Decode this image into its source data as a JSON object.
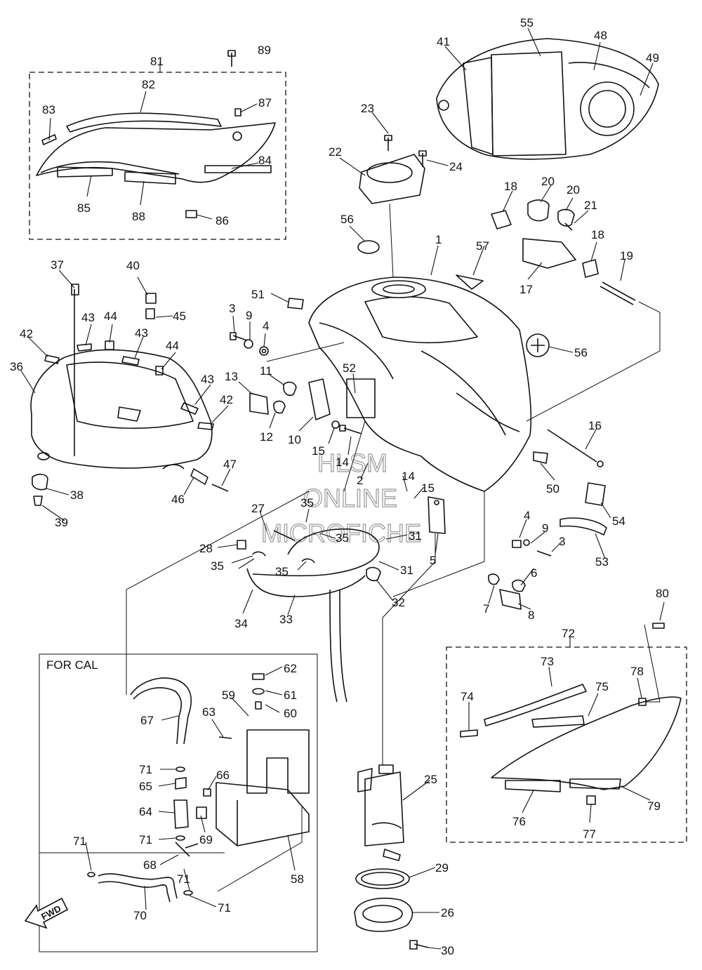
{
  "box_labels": {
    "for_cal": "FOR CAL",
    "fwd": "FWD"
  },
  "watermark": [
    "HLSM",
    "ONLINE",
    "MICROFICHE"
  ],
  "callouts": [
    {
      "id": "c89",
      "text": "89"
    },
    {
      "id": "c81",
      "text": "81"
    },
    {
      "id": "c82",
      "text": "82"
    },
    {
      "id": "c83",
      "text": "83"
    },
    {
      "id": "c87",
      "text": "87"
    },
    {
      "id": "c84",
      "text": "84"
    },
    {
      "id": "c85",
      "text": "85"
    },
    {
      "id": "c88",
      "text": "88"
    },
    {
      "id": "c86",
      "text": "86"
    },
    {
      "id": "c23",
      "text": "23"
    },
    {
      "id": "c22",
      "text": "22"
    },
    {
      "id": "c24",
      "text": "24"
    },
    {
      "id": "c55",
      "text": "55"
    },
    {
      "id": "c41",
      "text": "41"
    },
    {
      "id": "c48",
      "text": "48"
    },
    {
      "id": "c49",
      "text": "49"
    },
    {
      "id": "c18a",
      "text": "18"
    },
    {
      "id": "c20a",
      "text": "20"
    },
    {
      "id": "c20b",
      "text": "20"
    },
    {
      "id": "c21",
      "text": "21"
    },
    {
      "id": "c18b",
      "text": "18"
    },
    {
      "id": "c19",
      "text": "19"
    },
    {
      "id": "c17",
      "text": "17"
    },
    {
      "id": "c56a",
      "text": "56"
    },
    {
      "id": "c1",
      "text": "1"
    },
    {
      "id": "c57",
      "text": "57"
    },
    {
      "id": "c56b",
      "text": "56"
    },
    {
      "id": "c37",
      "text": "37"
    },
    {
      "id": "c40",
      "text": "40"
    },
    {
      "id": "c45",
      "text": "45"
    },
    {
      "id": "c43a",
      "text": "43"
    },
    {
      "id": "c44a",
      "text": "44"
    },
    {
      "id": "c43b",
      "text": "43"
    },
    {
      "id": "c42a",
      "text": "42"
    },
    {
      "id": "c44b",
      "text": "44"
    },
    {
      "id": "c36",
      "text": "36"
    },
    {
      "id": "c43c",
      "text": "43"
    },
    {
      "id": "c42b",
      "text": "42"
    },
    {
      "id": "c47",
      "text": "47"
    },
    {
      "id": "c46",
      "text": "46"
    },
    {
      "id": "c38",
      "text": "38"
    },
    {
      "id": "c39",
      "text": "39"
    },
    {
      "id": "c51",
      "text": "51"
    },
    {
      "id": "c3a",
      "text": "3"
    },
    {
      "id": "c9a",
      "text": "9"
    },
    {
      "id": "c4a",
      "text": "4"
    },
    {
      "id": "c52",
      "text": "52"
    },
    {
      "id": "c11",
      "text": "11"
    },
    {
      "id": "c13",
      "text": "13"
    },
    {
      "id": "c12",
      "text": "12"
    },
    {
      "id": "c10",
      "text": "10"
    },
    {
      "id": "c15a",
      "text": "15"
    },
    {
      "id": "c14a",
      "text": "14"
    },
    {
      "id": "c2",
      "text": "2"
    },
    {
      "id": "c14b",
      "text": "14"
    },
    {
      "id": "c15b",
      "text": "15"
    },
    {
      "id": "c16",
      "text": "16"
    },
    {
      "id": "c50",
      "text": "50"
    },
    {
      "id": "c54",
      "text": "54"
    },
    {
      "id": "c53",
      "text": "53"
    },
    {
      "id": "c4b",
      "text": "4"
    },
    {
      "id": "c9b",
      "text": "9"
    },
    {
      "id": "c3b",
      "text": "3"
    },
    {
      "id": "c5",
      "text": "5"
    },
    {
      "id": "c6",
      "text": "6"
    },
    {
      "id": "c7",
      "text": "7"
    },
    {
      "id": "c8",
      "text": "8"
    },
    {
      "id": "c27",
      "text": "27"
    },
    {
      "id": "c35a",
      "text": "35"
    },
    {
      "id": "c35b",
      "text": "35"
    },
    {
      "id": "c31a",
      "text": "31"
    },
    {
      "id": "c28",
      "text": "28"
    },
    {
      "id": "c35c",
      "text": "35"
    },
    {
      "id": "c35d",
      "text": "35"
    },
    {
      "id": "c31b",
      "text": "31"
    },
    {
      "id": "c32",
      "text": "32"
    },
    {
      "id": "c34",
      "text": "34"
    },
    {
      "id": "c33",
      "text": "33"
    },
    {
      "id": "c80",
      "text": "80"
    },
    {
      "id": "c72",
      "text": "72"
    },
    {
      "id": "c73",
      "text": "73"
    },
    {
      "id": "c75",
      "text": "75"
    },
    {
      "id": "c74",
      "text": "74"
    },
    {
      "id": "c78",
      "text": "78"
    },
    {
      "id": "c76",
      "text": "76"
    },
    {
      "id": "c77",
      "text": "77"
    },
    {
      "id": "c79",
      "text": "79"
    },
    {
      "id": "c62",
      "text": "62"
    },
    {
      "id": "c61",
      "text": "61"
    },
    {
      "id": "c59",
      "text": "59"
    },
    {
      "id": "c60",
      "text": "60"
    },
    {
      "id": "c67",
      "text": "67"
    },
    {
      "id": "c63",
      "text": "63"
    },
    {
      "id": "c71a",
      "text": "71"
    },
    {
      "id": "c66",
      "text": "66"
    },
    {
      "id": "c65",
      "text": "65"
    },
    {
      "id": "c64",
      "text": "64"
    },
    {
      "id": "c71b",
      "text": "71"
    },
    {
      "id": "c69",
      "text": "69"
    },
    {
      "id": "c71c",
      "text": "71"
    },
    {
      "id": "c68",
      "text": "68"
    },
    {
      "id": "c58",
      "text": "58"
    },
    {
      "id": "c71d",
      "text": "71"
    },
    {
      "id": "c70",
      "text": "70"
    },
    {
      "id": "c71e",
      "text": "71"
    },
    {
      "id": "c25",
      "text": "25"
    },
    {
      "id": "c29",
      "text": "29"
    },
    {
      "id": "c26",
      "text": "26"
    },
    {
      "id": "c30",
      "text": "30"
    }
  ]
}
